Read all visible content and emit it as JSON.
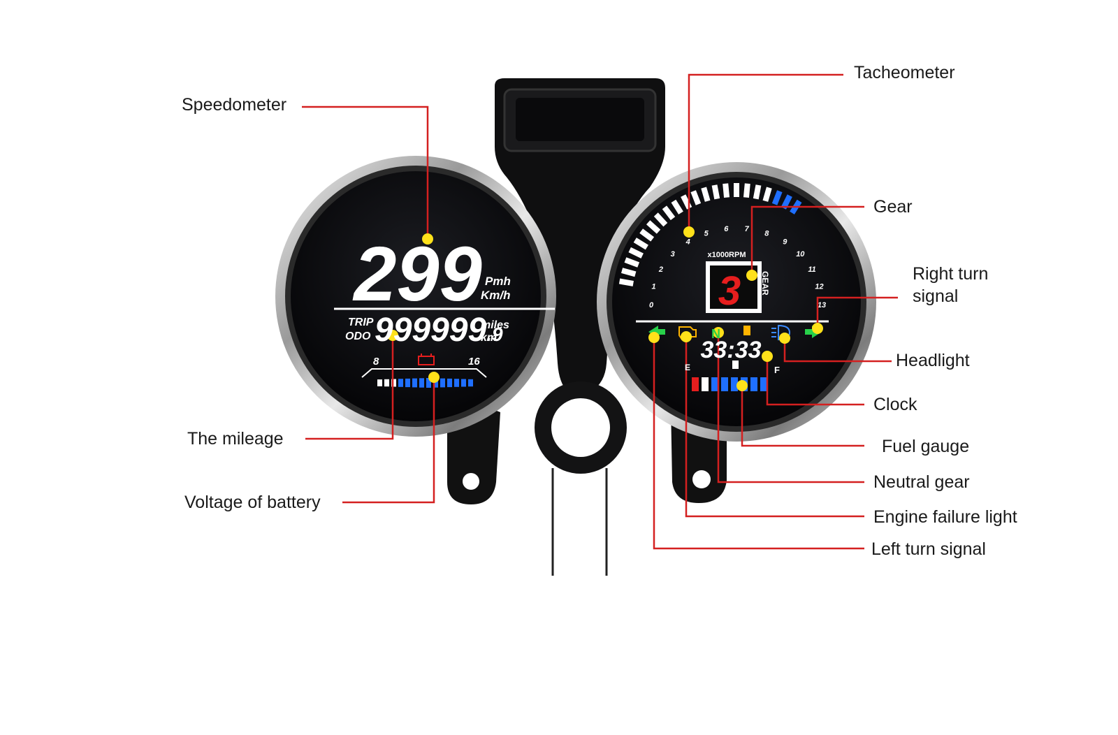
{
  "callouts": {
    "speedometer": "Speedometer",
    "mileage": "The mileage",
    "battery": "Voltage of battery",
    "tacheometer": "Tacheometer",
    "gear": "Gear",
    "right_turn": "Right turn\nsignal",
    "headlight": "Headlight",
    "clock": "Clock",
    "fuel": "Fuel gauge",
    "neutral": "Neutral gear",
    "engine": "Engine failure light",
    "left_turn": "Left turn signal"
  },
  "speedo_display": {
    "speed": "299",
    "unit_top": "Pmh",
    "unit_bottom": "Km/h",
    "trip": "TRIP",
    "odo": "ODO",
    "distance": "999999",
    "distance_decimal": ".9",
    "dist_unit_top": "miles",
    "dist_unit_bottom": "km",
    "volt_min": "8",
    "volt_max": "16"
  },
  "tacho_display": {
    "rpm_label": "x1000RPM",
    "rpm_ticks": [
      "0",
      "1",
      "2",
      "3",
      "4",
      "5",
      "6",
      "7",
      "8",
      "9",
      "10",
      "11",
      "12",
      "13"
    ],
    "gear_digit": "3",
    "gear_word": "GEAR",
    "neutral_letter": "N",
    "clock": "33:33",
    "fuel_empty": "E",
    "fuel_full": "F"
  },
  "colors": {
    "leader_line": "#d42020",
    "marker_dot": "#ffe11a",
    "segment_blue": "#1f6fff",
    "segment_white": "#ffffff",
    "gear_red": "#e61e1e",
    "turn_green": "#28d04a",
    "warning_amber": "#ffb400",
    "headlight_blue": "#3b8bff"
  }
}
